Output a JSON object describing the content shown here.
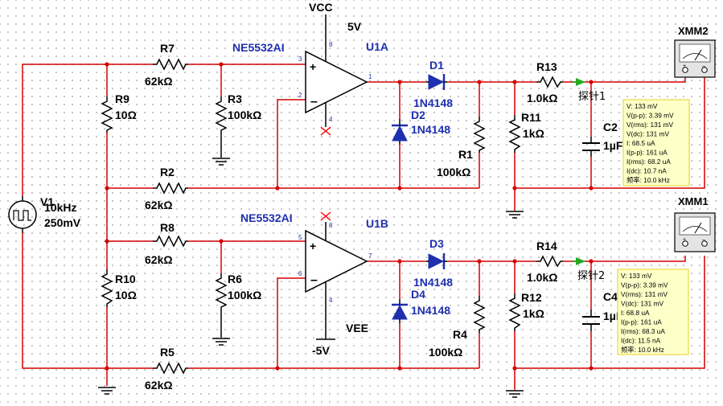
{
  "supply": {
    "vcc_label": "VCC",
    "vcc_value": "5V",
    "vee_label": "VEE",
    "vee_value": "-5V"
  },
  "source": {
    "name": "V1",
    "frequency": "10kHz",
    "amplitude": "250mV"
  },
  "opamps": {
    "u1a": {
      "part": "NE5532AI",
      "ref": "U1A",
      "pins": [
        "3",
        "2",
        "8",
        "4",
        "1"
      ]
    },
    "u1b": {
      "part": "NE5532AI",
      "ref": "U1B",
      "pins": [
        "5",
        "6",
        "8",
        "4",
        "7"
      ]
    }
  },
  "resistors": {
    "r7": {
      "ref": "R7",
      "value": "62kΩ"
    },
    "r9": {
      "ref": "R9",
      "value": "10Ω"
    },
    "r3": {
      "ref": "R3",
      "value": "100kΩ"
    },
    "r2": {
      "ref": "R2",
      "value": "62kΩ"
    },
    "r1": {
      "ref": "R1",
      "value": "100kΩ"
    },
    "r13": {
      "ref": "R13",
      "value": "1.0kΩ"
    },
    "r11": {
      "ref": "R11",
      "value": "1kΩ"
    },
    "r8": {
      "ref": "R8",
      "value": "62kΩ"
    },
    "r10": {
      "ref": "R10",
      "value": "10Ω"
    },
    "r6": {
      "ref": "R6",
      "value": "100kΩ"
    },
    "r5": {
      "ref": "R5",
      "value": "62kΩ"
    },
    "r4": {
      "ref": "R4",
      "value": "100kΩ"
    },
    "r14": {
      "ref": "R14",
      "value": "1.0kΩ"
    },
    "r12": {
      "ref": "R12",
      "value": "1kΩ"
    }
  },
  "diodes": {
    "d1": {
      "ref": "D1",
      "part": "1N4148"
    },
    "d2": {
      "ref": "D2",
      "part": "1N4148"
    },
    "d3": {
      "ref": "D3",
      "part": "1N4148"
    },
    "d4": {
      "ref": "D4",
      "part": "1N4148"
    }
  },
  "capacitors": {
    "c2": {
      "ref": "C2",
      "value": "1µF"
    },
    "c4": {
      "ref": "C4",
      "value": "1µF"
    }
  },
  "probes": {
    "p1": "探针1",
    "p2": "探针2"
  },
  "meters": {
    "xmm2": {
      "ref": "XMM2"
    },
    "xmm1": {
      "ref": "XMM1"
    }
  },
  "readouts": {
    "probe1": [
      "V: 133 mV",
      "V(p-p): 3.39 mV",
      "V(rms): 131 mV",
      "V(dc): 131 mV",
      "I: 68.5 uA",
      "I(p-p): 161 uA",
      "I(rms): 68.2 uA",
      "I(dc): 10.7 nA",
      "频率: 10.0 kHz"
    ],
    "probe2": [
      "V: 133 mV",
      "V(p-p): 3.39 mV",
      "V(rms): 131 mV",
      "V(dc): 131 mV",
      "I: 68.8 uA",
      "I(p-p): 161 uA",
      "I(rms): 68.3 uA",
      "I(dc): 11.5 nA",
      "频率: 10.0 kHz"
    ]
  },
  "colors": {
    "wire": "#d40000",
    "part_label": "#1f2fb0",
    "probe_arrow": "#22aa22",
    "readout_bg": "#ffffc8",
    "readout_border": "#e8d840",
    "no_connect": "#ff0000"
  }
}
